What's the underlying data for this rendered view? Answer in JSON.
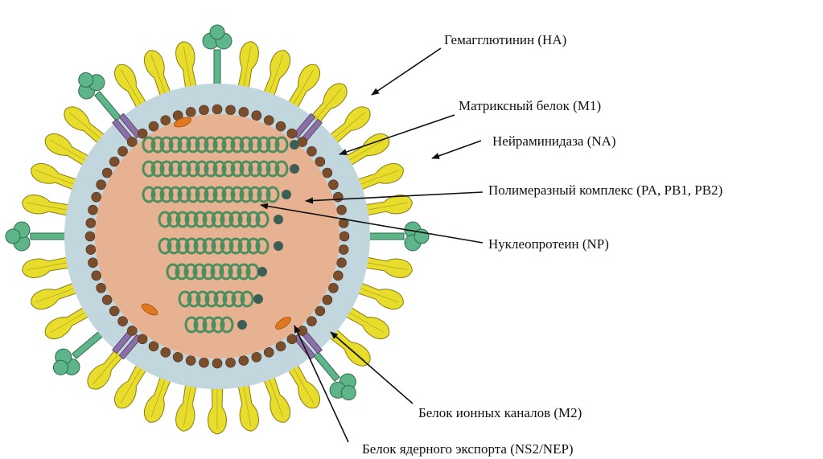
{
  "colors": {
    "spike_yellow": "#e8dc2c",
    "spike_yellow_edge": "#8a7d10",
    "spike_green": "#5fb58a",
    "spike_green_edge": "#2e6b4c",
    "envelope": "#c2d6de",
    "matrix": "#7a4d2c",
    "core": "#e6b291",
    "rnp": "#4b8f60",
    "m2": "#8b6fa6",
    "nep": "#e07820"
  },
  "labels": {
    "ha": "Гемагглютинин (HA)",
    "m1": "Матриксный белок (M1)",
    "na": "Нейраминидаза (NA)",
    "polymerase": "Полимеразный комплекс (PA, PB1, PB2)",
    "np": "Нуклеопротеин (NP)",
    "m2": "Белок ионных каналов (M2)",
    "nep": "Белок ядерного экспорта (NS2/NEP)"
  }
}
